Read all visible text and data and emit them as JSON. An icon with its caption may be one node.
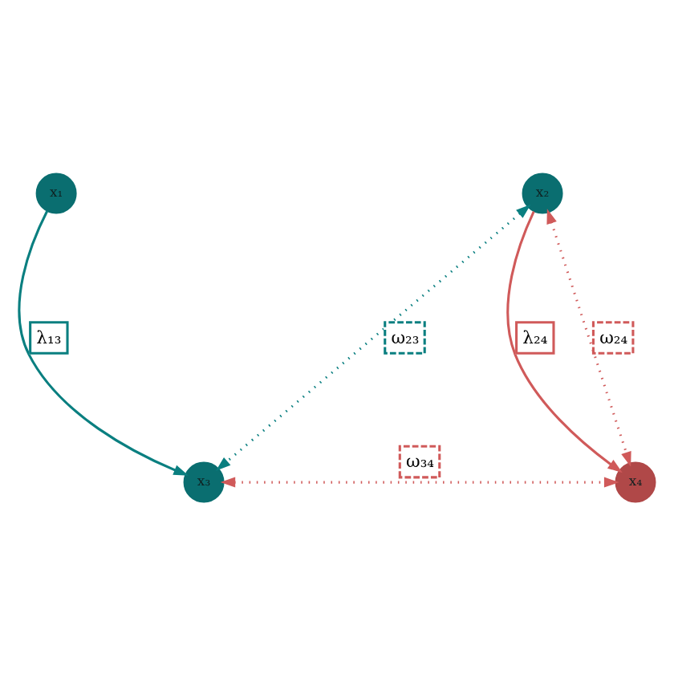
{
  "diagram": {
    "nodes": [
      {
        "text": [
          "x₁"
        ]
      },
      {
        "text": [
          "x₂"
        ]
      },
      {
        "text": [
          "x₃"
        ]
      },
      {
        "text": [
          "x₄"
        ]
      }
    ],
    "edges": [
      {
        "from": 0,
        "to": 2,
        "arrow": "to",
        "label": "λ₁₃",
        "color": "#0a7f80"
      },
      {
        "from": 1,
        "to": 2,
        "arrow": "both",
        "label": "ω₂₃",
        "style": "dashed",
        "color": "#0a7f80"
      },
      {
        "from": 1,
        "to": 3,
        "arrow": "to",
        "label": "λ₂₄"
      },
      {
        "from": 1,
        "to": 3,
        "arrow": "both",
        "label": "ω₂₄",
        "style": "dashed"
      },
      {
        "from": 2,
        "to": 3,
        "arrow": "both",
        "label": "ω₃₄",
        "style": "dashed"
      }
    ]
  }
}
